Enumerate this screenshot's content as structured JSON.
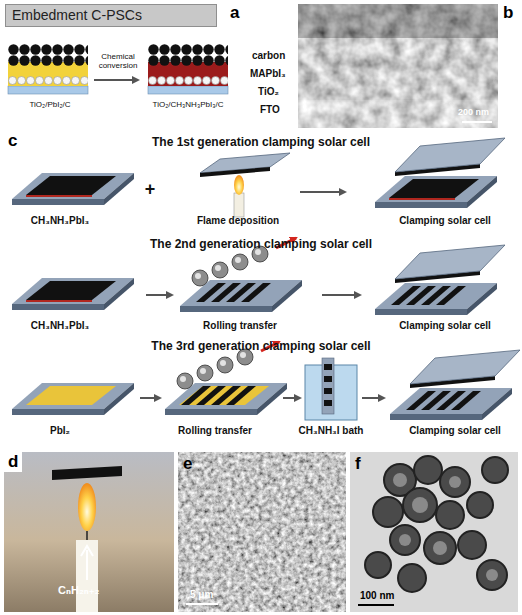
{
  "diagram": {
    "nodes": [
      {
        "text": [
          "Embedment C-PSCs"
        ]
      }
    ],
    "labels": [
      "a",
      "TiO₂/PbI₂/C",
      "Chemical conversion",
      "TiO₂/CH₃NH₃PbI₃/C",
      "carbon",
      "MAPbI₃",
      "TiO₂",
      "FTO",
      "b",
      "200 nm",
      "c",
      "The 1st generation clamping solar cell",
      "CH₃NH₃PbI₃",
      "+",
      "Flame deposition",
      "Clamping solar cell",
      "The 2nd generation clamping solar cell",
      "CH₃NH₃PbI₃",
      "Rolling transfer",
      "Clamping solar cell",
      "The 3rd generation clamping solar cell",
      "PbI₂",
      "Rolling transfer",
      "CH₃NH₃I bath",
      "Clamping solar cell",
      "d",
      "CₙH₂ₙ₊₂",
      "e",
      "5 μm",
      "f",
      "100 nm"
    ]
  }
}
